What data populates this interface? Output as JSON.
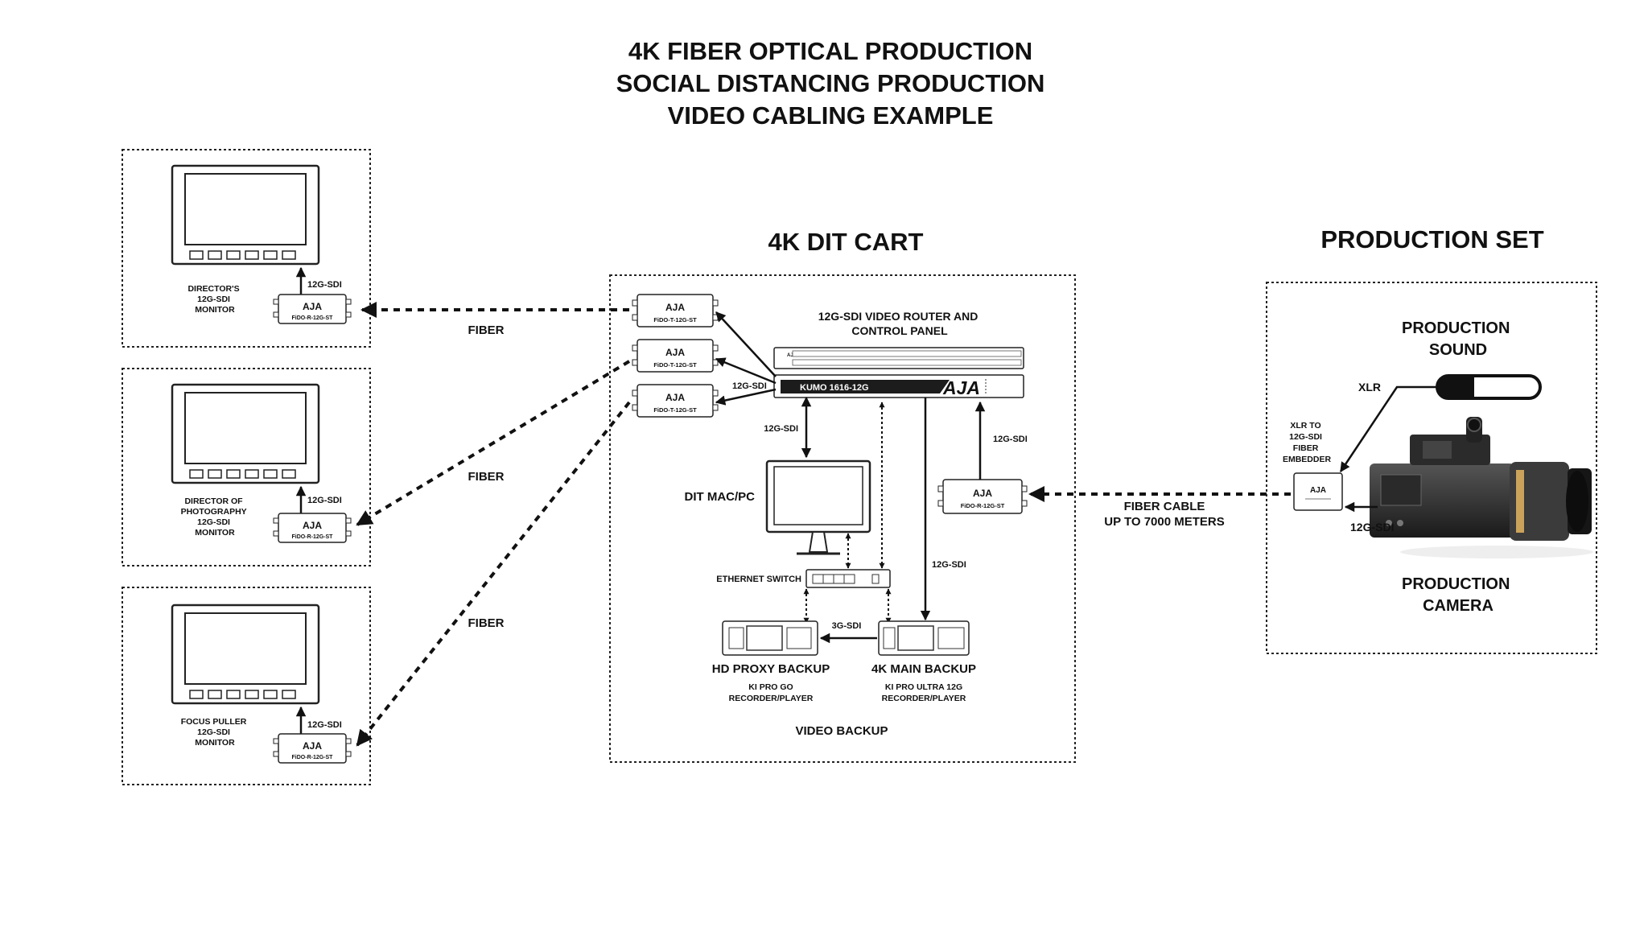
{
  "title": {
    "line1": "4K FIBER OPTICAL PRODUCTION",
    "line2": "SOCIAL DISTANCING PRODUCTION",
    "line3": "VIDEO CABLING EXAMPLE"
  },
  "monitors": [
    {
      "label_lines": [
        "DIRECTOR'S",
        "12G-SDI",
        "MONITOR"
      ],
      "link": "12G-SDI",
      "receiver_model": "FiDO-R-12G-ST",
      "cable": "FIBER"
    },
    {
      "label_lines": [
        "DIRECTOR OF",
        "PHOTOGRAPHY",
        "12G-SDI",
        "MONITOR"
      ],
      "link": "12G-SDI",
      "receiver_model": "FiDO-R-12G-ST",
      "cable": "FIBER"
    },
    {
      "label_lines": [
        "FOCUS PULLER",
        "12G-SDI",
        "MONITOR"
      ],
      "link": "12G-SDI",
      "receiver_model": "FiDO-R-12G-ST",
      "cable": "FIBER"
    }
  ],
  "dit_cart": {
    "heading": "4K DIT CART",
    "transmitters": [
      {
        "model": "FiDO-T-12G-ST"
      },
      {
        "model": "FiDO-T-12G-ST"
      },
      {
        "model": "FiDO-T-12G-ST"
      }
    ],
    "brand": "AJA",
    "router_lines": [
      "12G-SDI VIDEO ROUTER AND",
      "CONTROL PANEL"
    ],
    "router_model": "KUMO  1616-12G",
    "link_router_tx": "12G-SDI",
    "link_router_mac": "12G-SDI",
    "link_router_rx": "12G-SDI",
    "link_router_main": "12G-SDI",
    "mac_label": "DIT MAC/PC",
    "switch_label": "ETHERNET SWITCH",
    "link_main_proxy": "3G-SDI",
    "rx_model": "FiDO-R-12G-ST",
    "proxy": {
      "title": "HD PROXY BACKUP",
      "sub1": "KI PRO GO",
      "sub2": "RECORDER/PLAYER"
    },
    "main": {
      "title": "4K MAIN BACKUP",
      "sub1": "KI PRO ULTRA 12G",
      "sub2": "RECORDER/PLAYER"
    },
    "footer": "VIDEO BACKUP"
  },
  "fiber_main": {
    "line1": "FIBER CABLE",
    "line2": "UP TO 7000 METERS"
  },
  "production_set": {
    "heading": "PRODUCTION SET",
    "sound_lines": [
      "PRODUCTION",
      "SOUND"
    ],
    "xlr": "XLR",
    "embedder_lines": [
      "XLR TO",
      "12G-SDI",
      "FIBER",
      "EMBEDDER"
    ],
    "camera_link": "12G-SDI",
    "camera_lines": [
      "PRODUCTION",
      "CAMERA"
    ]
  }
}
